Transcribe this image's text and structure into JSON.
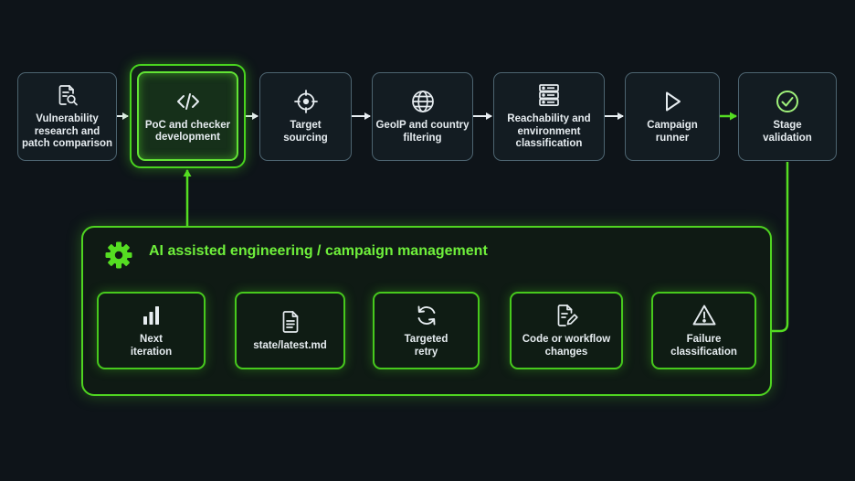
{
  "nodes": {
    "vuln": {
      "label": "Vulnerability\nresearch and\npatch comparison",
      "icon": "document-search-icon"
    },
    "poc": {
      "label": "PoC and checker\ndevelopment",
      "icon": "code-icon"
    },
    "target": {
      "label": "Target\nsourcing",
      "icon": "crosshair-icon"
    },
    "geoip": {
      "label": "GeoIP and country\nfiltering",
      "icon": "globe-icon"
    },
    "reach": {
      "label": "Reachability and\nenvironment\nclassification",
      "icon": "server-icon"
    },
    "runner": {
      "label": "Campaign\nrunner",
      "icon": "play-icon"
    },
    "stage": {
      "label": "Stage\nvalidation",
      "icon": "check-circle-icon"
    }
  },
  "panel": {
    "title": "AI assisted engineering / campaign management",
    "icon": "gear-icon",
    "nodes": {
      "failure": {
        "label": "Failure\nclassification",
        "icon": "warning-icon"
      },
      "code": {
        "label": "Code or workflow\nchanges",
        "icon": "document-edit-icon"
      },
      "retry": {
        "label": "Targeted\nretry",
        "icon": "refresh-icon"
      },
      "state": {
        "label": "state/latest.md",
        "icon": "file-icon"
      },
      "next": {
        "label": "Next\niteration",
        "icon": "bar-chart-icon"
      }
    }
  },
  "colors": {
    "background": "#0e1419",
    "accent_green": "#4fd421",
    "title_green": "#6ff03b",
    "node_border": "#4d6470",
    "arrow_white": "#e8eef2"
  }
}
